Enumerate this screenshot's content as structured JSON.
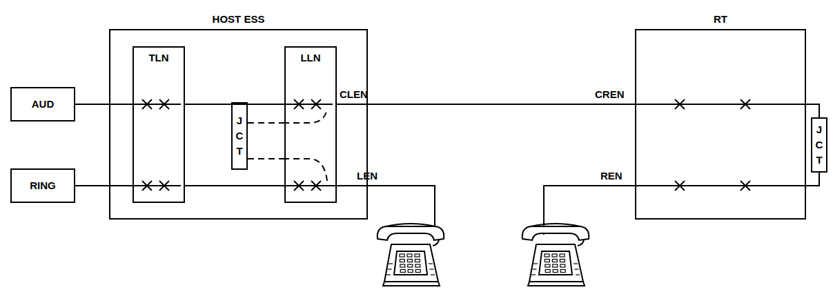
{
  "diagram": {
    "nodes": [
      {
        "text": [
          "HOST ESS"
        ]
      },
      {
        "text": [
          "TLN"
        ],
        "in": 0
      },
      {
        "text": [
          "J C T"
        ],
        "in": 0
      },
      {
        "text": [
          "LLN"
        ],
        "in": 0
      },
      {
        "text": [
          "AUD"
        ]
      },
      {
        "text": [
          "RING"
        ]
      },
      {
        "text": [
          "RT"
        ]
      },
      {
        "text": [
          "J C T"
        ]
      }
    ],
    "edges": [
      {
        "from": 4,
        "to": 1,
        "arrow": "none"
      },
      {
        "from": 5,
        "to": 1,
        "arrow": "none"
      },
      {
        "from": 1,
        "to": 3,
        "arrow": "none"
      },
      {
        "from": 1,
        "to": 3,
        "arrow": "none"
      },
      {
        "from": 2,
        "to": 3,
        "arrow": "none"
      },
      {
        "from": 2,
        "to": 3,
        "arrow": "none"
      },
      {
        "from": 3,
        "to": 6,
        "arrow": "none"
      },
      {
        "from": 6,
        "to": 7,
        "arrow": "none"
      },
      {
        "from": 6,
        "to": 7,
        "arrow": "none"
      }
    ],
    "labels": [
      "CLEN",
      "LEN",
      "CREN",
      "REN"
    ]
  }
}
